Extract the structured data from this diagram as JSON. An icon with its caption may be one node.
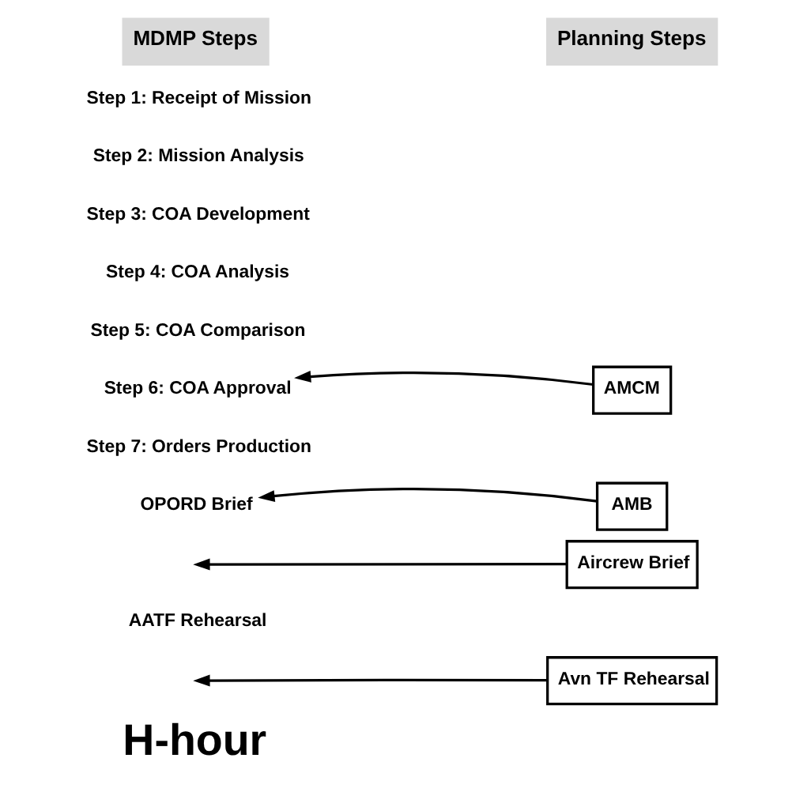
{
  "diagram": {
    "nodes": [
      {
        "text": [
          "Step 6: COA Approval"
        ]
      },
      {
        "text": [
          "AMCM"
        ]
      },
      {
        "text": [
          "OPORD Brief"
        ]
      },
      {
        "text": [
          "AMB"
        ]
      },
      {
        "text": [
          "Aircrew Brief"
        ]
      },
      {
        "text": [
          "Avn TF Rehearsal"
        ]
      }
    ],
    "edges": [
      {
        "from": 1,
        "to": 0,
        "arrow": "to"
      },
      {
        "from": 3,
        "to": 2,
        "arrow": "to"
      },
      {
        "from": 4,
        "to": null,
        "arrow": "to"
      },
      {
        "from": 5,
        "to": null,
        "arrow": "to"
      }
    ],
    "labels": [
      "MDMP Steps",
      "Planning Steps",
      "Step 1: Receipt of Mission",
      "Step 2: Mission Analysis",
      "Step 3: COA Development",
      "Step 4: COA Analysis",
      "Step 5: COA Comparison",
      "Step 7: Orders Production",
      "AATF Rehearsal",
      "H-hour"
    ]
  }
}
